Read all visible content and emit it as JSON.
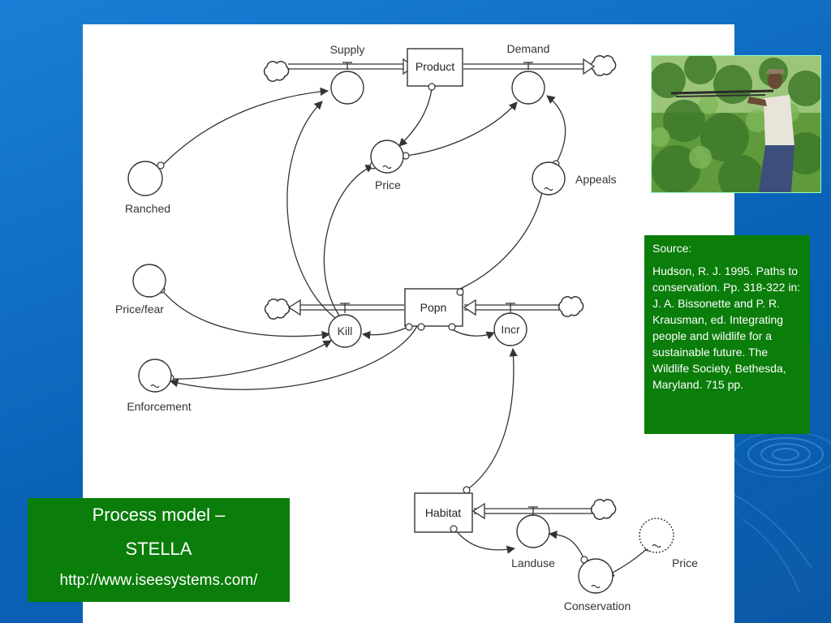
{
  "diagram": {
    "stocks": {
      "product": "Product",
      "popn": "Popn",
      "habitat": "Habitat"
    },
    "flows": {
      "supply": "Supply",
      "demand": "Demand",
      "kill": "Kill",
      "incr": "Incr",
      "landuse": "Landuse"
    },
    "converters": {
      "ranched": "Ranched",
      "price": "Price",
      "appeals": "Appeals",
      "price_fear": "Price/fear",
      "enforcement": "Enforcement",
      "conservation": "Conservation",
      "price_external": "Price"
    }
  },
  "source": {
    "heading": "Source:",
    "citation": "Hudson, R. J. 1995. Paths to conservation. Pp. 318-322 in:  J. A. Bissonette and P. R. Krausman, ed. Integrating people and wildlife for a sustainable future. The Wildlife Society, Bethesda, Maryland. 715 pp."
  },
  "title": {
    "line1": "Process model –",
    "line2": "STELLA",
    "url": "http://www.iseesystems.com/"
  },
  "colors": {
    "background": "#0b63b9",
    "box_green": "#0a7d0a",
    "panel": "#ffffff"
  }
}
